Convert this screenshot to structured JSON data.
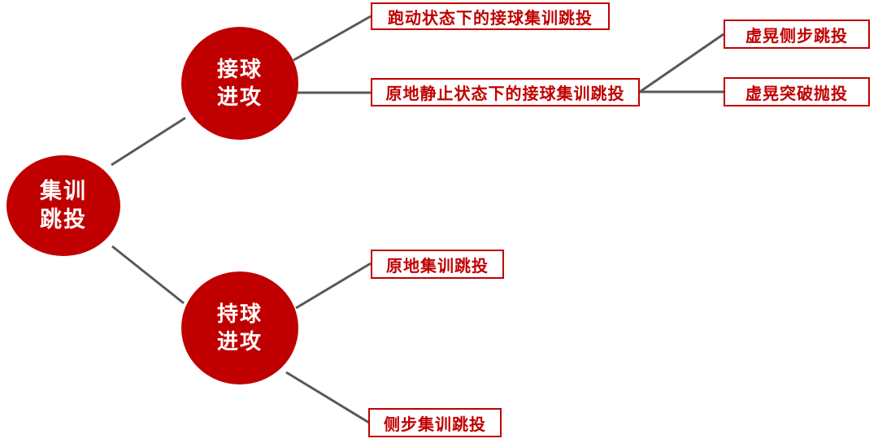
{
  "diagram": {
    "type": "mind-map-tree",
    "orientation": "left-to-right",
    "colors": {
      "node_fill": "#C00000",
      "node_text": "#FFFFFF",
      "box_border": "#C00000",
      "box_text": "#C00000",
      "box_fill": "#FFFFFF",
      "connector": "#595959",
      "background": "#FFFFFF"
    },
    "root": {
      "label_line1": "集训",
      "label_line2": "跳投",
      "shape": "circle"
    },
    "branches": [
      {
        "label_line1": "接球",
        "label_line2": "进攻",
        "shape": "circle",
        "children": [
          {
            "label": "跑动状态下的接球集训跳投",
            "shape": "rectangle",
            "children": []
          },
          {
            "label": "原地静止状态下的接球集训跳投",
            "shape": "rectangle",
            "children": [
              {
                "label": "虚晃侧步跳投",
                "shape": "rectangle"
              },
              {
                "label": "虚晃突破抛投",
                "shape": "rectangle"
              }
            ]
          }
        ]
      },
      {
        "label_line1": "持球",
        "label_line2": "进攻",
        "shape": "circle",
        "children": [
          {
            "label": "原地集训跳投",
            "shape": "rectangle",
            "children": []
          },
          {
            "label": "侧步集训跳投",
            "shape": "rectangle",
            "children": []
          }
        ]
      }
    ]
  }
}
